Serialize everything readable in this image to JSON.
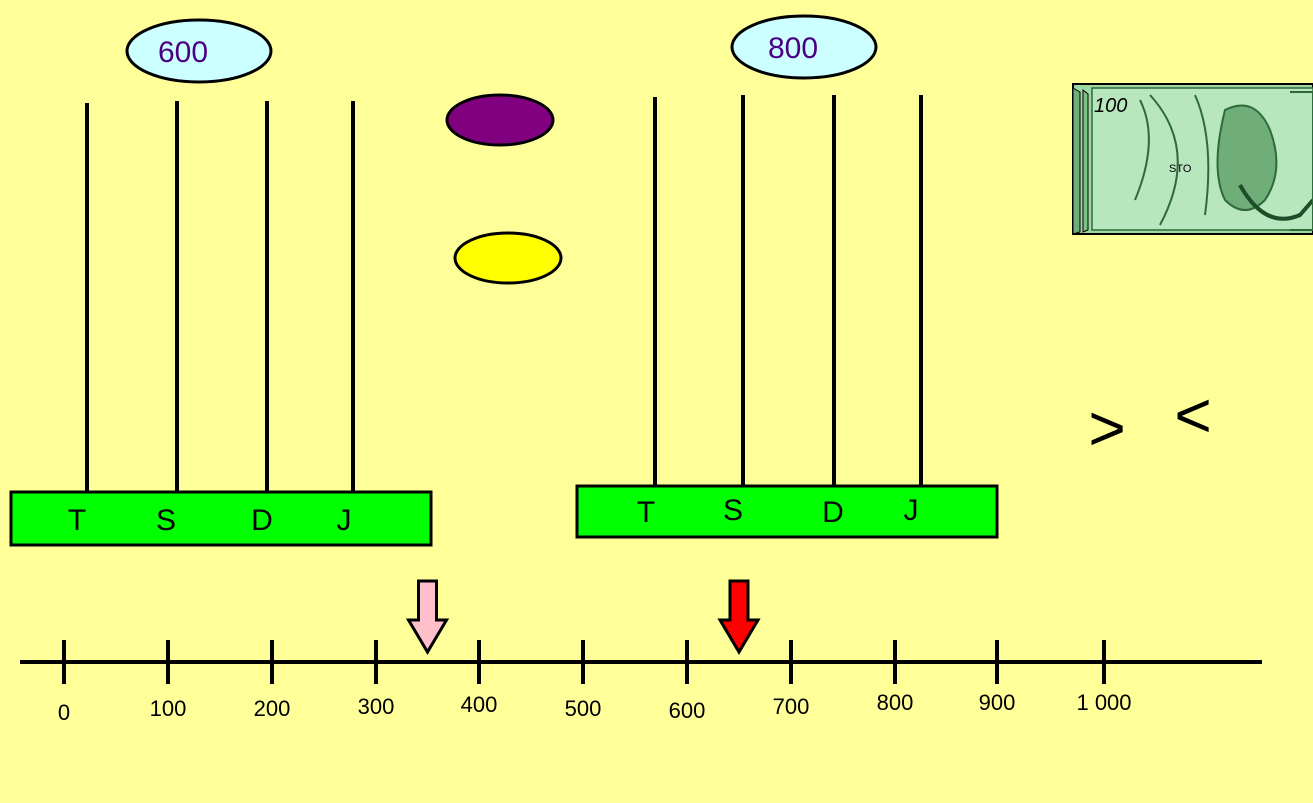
{
  "abacus_left": {
    "value_label": "600",
    "rod_labels": [
      "T",
      "S",
      "D",
      "J"
    ]
  },
  "abacus_right": {
    "value_label": "800",
    "rod_labels": [
      "T",
      "S",
      "D",
      "J"
    ]
  },
  "beads": {
    "purple_color": "#800080",
    "yellow_color": "#ffff00"
  },
  "banknote": {
    "number": "100",
    "word": "STO",
    "color": "#9ed9a4"
  },
  "comparison": {
    "greater": ">",
    "less": "<"
  },
  "number_line": {
    "ticks": [
      "0",
      "100",
      "200",
      "300",
      "400",
      "500",
      "600",
      "700",
      "800",
      "900",
      "1 000"
    ],
    "arrows": [
      {
        "value": 350,
        "color": "#ffc0cb"
      },
      {
        "value": 650,
        "color": "#ff0000"
      }
    ]
  },
  "colors": {
    "background": "#ffff99",
    "bar": "#00ff00",
    "bubble": "#ccffff",
    "bubble_text": "#4b0082"
  }
}
